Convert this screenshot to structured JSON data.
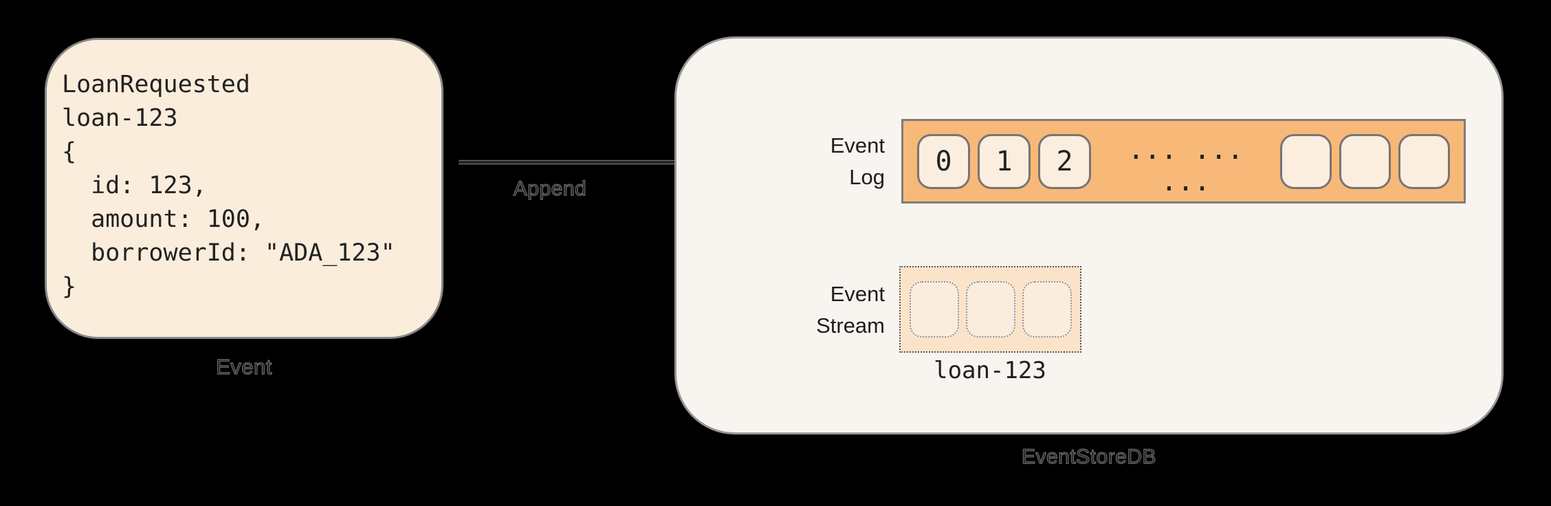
{
  "event_card": {
    "caption": "Event",
    "code_lines": [
      "LoanRequested",
      "loan-123",
      "{",
      "  id: 123,",
      "  amount: 100,",
      "  borrowerId: \"ADA_123\"",
      "}"
    ]
  },
  "append_label": "Append",
  "eventstoredb": {
    "caption": "EventStoreDB",
    "event_log": {
      "label": "Event\nLog",
      "cells": [
        "0",
        "1",
        "2"
      ],
      "dots": "... ... ...",
      "empty_cell_count": 3
    },
    "event_stream": {
      "label": "Event\nStream",
      "stream_name": "loan-123",
      "empty_cell_count": 3
    }
  },
  "colors": {
    "background": "#000000",
    "card_fill": "#FBEDDC",
    "card_border": "#878787",
    "container_fill": "#F8F4EF",
    "container_border": "#969696",
    "log_bar_fill": "#F8B878",
    "cell_fill": "#FCEEDE",
    "cell_border": "#757575",
    "stream_rect_fill": "#FBE3CA",
    "stream_cell_fill": "#FAEDDE",
    "arrow": "#1F1F1F",
    "label_text": "#1D1D1D"
  }
}
